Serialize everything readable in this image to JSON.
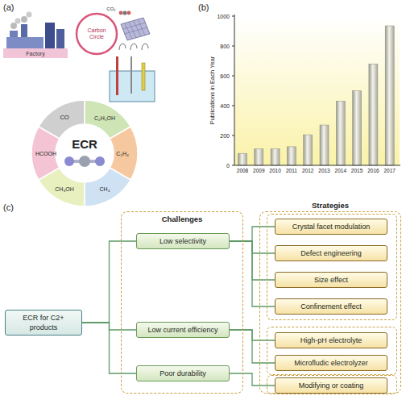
{
  "diagram": {
    "nodes": [
      {
        "text": [
          "ECR for C2+ products"
        ]
      },
      {
        "text": [
          "Challenges"
        ]
      },
      {
        "text": [
          "Low selectivity"
        ],
        "in": 1
      },
      {
        "text": [
          "Low current efficiency"
        ],
        "in": 1
      },
      {
        "text": [
          "Poor durability"
        ],
        "in": 1
      },
      {
        "text": [
          "Strategies"
        ]
      },
      {
        "text": [
          "Crystal facet modulation"
        ],
        "in": 5
      },
      {
        "text": [
          "Defect engineering"
        ],
        "in": 5
      },
      {
        "text": [
          "Size effect"
        ],
        "in": 5
      },
      {
        "text": [
          "Confinement effect"
        ],
        "in": 5
      },
      {
        "text": [
          "High-pH electrolyte"
        ],
        "in": 5
      },
      {
        "text": [
          "Microfludic electrolyzer"
        ],
        "in": 5
      },
      {
        "text": [
          "Modifying or coating"
        ],
        "in": 5
      }
    ],
    "edges": [
      {
        "from": 0,
        "to": 2,
        "arrow": "none"
      },
      {
        "from": 0,
        "to": 3,
        "arrow": "none"
      },
      {
        "from": 0,
        "to": 4,
        "arrow": "none"
      },
      {
        "from": 2,
        "to": 6,
        "arrow": "none"
      },
      {
        "from": 2,
        "to": 7,
        "arrow": "none"
      },
      {
        "from": 2,
        "to": 8,
        "arrow": "none"
      },
      {
        "from": 2,
        "to": 9,
        "arrow": "none"
      },
      {
        "from": 3,
        "to": 10,
        "arrow": "none"
      },
      {
        "from": 3,
        "to": 11,
        "arrow": "none"
      },
      {
        "from": 4,
        "to": 12,
        "arrow": "none"
      }
    ],
    "labels": [
      "(a)",
      "Factory",
      "Carbon Circle",
      "CO₂",
      "ECR",
      "CO",
      "C₂H₅OH",
      "C₂H₄",
      "CH₄",
      "CH₃OH",
      "HCOOH",
      "(b)",
      "Publications in Each Year",
      "0",
      "200",
      "400",
      "600",
      "800",
      "1000",
      "2008",
      "2009",
      "2010",
      "2011",
      "2012",
      "2013",
      "2014",
      "2015",
      "2016",
      "2017",
      "(c)"
    ]
  }
}
